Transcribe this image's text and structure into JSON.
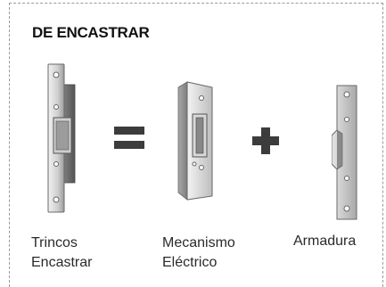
{
  "section": {
    "title": "DE ENCASTRAR"
  },
  "items": [
    {
      "line1": "Trincos",
      "line2": "Encastrar",
      "icon": "door-strike-assembled-icon"
    },
    {
      "line1": "Mecanismo",
      "line2": "Eléctrico",
      "icon": "electric-mechanism-icon"
    },
    {
      "line1": "Armadura",
      "line2": "",
      "icon": "strike-plate-icon"
    }
  ],
  "operators": {
    "equals": "equals-icon",
    "plus": "plus-icon"
  },
  "colors": {
    "metal_light": "#e2e2e2",
    "metal_mid": "#b9b9b9",
    "metal_dark": "#7a7a7a",
    "operator": "#3c3c3c",
    "border": "#9a9a9a"
  }
}
